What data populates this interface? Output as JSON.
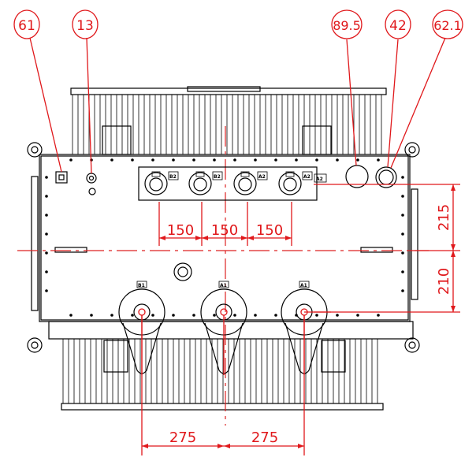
{
  "callouts": [
    {
      "label": "61"
    },
    {
      "label": "13"
    },
    {
      "label": "89.5"
    },
    {
      "label": "42"
    },
    {
      "label": "62.1"
    }
  ],
  "dimensions": {
    "top_spacing": [
      "150",
      "150",
      "150"
    ],
    "right_upper": "215",
    "right_lower": "210",
    "bottom_spacing": [
      "275",
      "275"
    ]
  },
  "lv_terminals": [
    "B2",
    "B2",
    "A2",
    "A2"
  ],
  "lv_end_label": "A2",
  "hv_bushings": [
    "B1",
    "A1",
    "A1"
  ],
  "colors": {
    "dimension": "#e0181b",
    "outline": "#000000"
  }
}
